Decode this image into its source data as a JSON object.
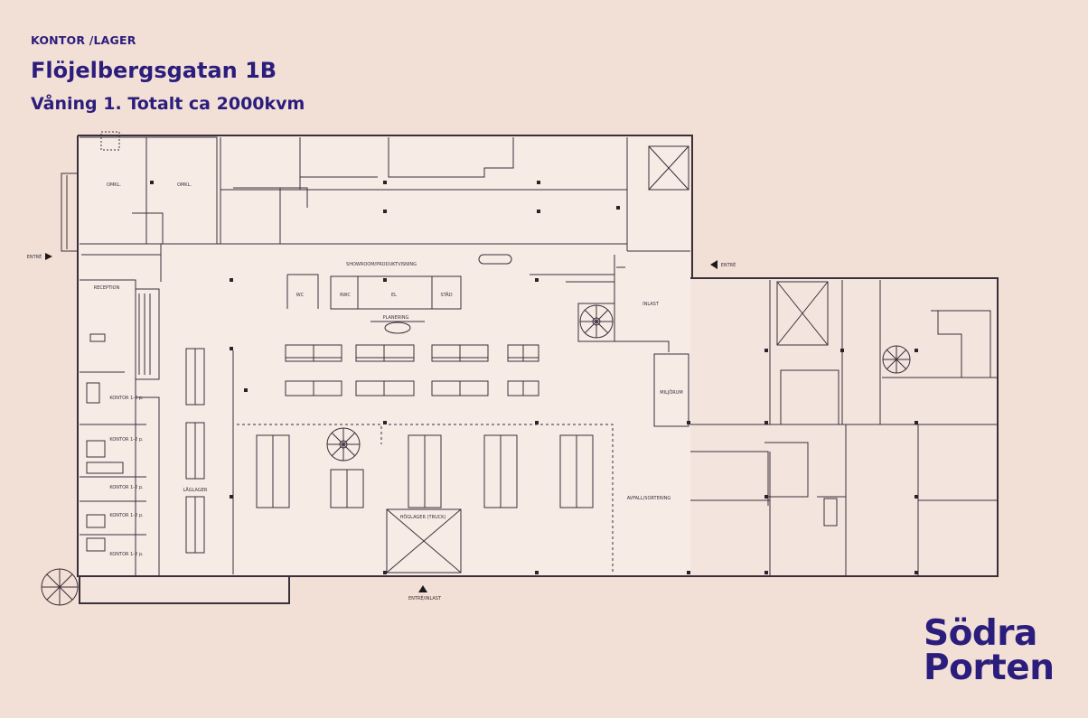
{
  "header": {
    "category": "KONTOR /LAGER",
    "title": "Flöjelbergsgatan 1B",
    "subtitle": "Våning 1. Totalt ca 2000kvm"
  },
  "brand": {
    "line1": "Södra",
    "line2": "Porten"
  },
  "colors": {
    "background": "#f2e0d6",
    "floor": "#f7ebe6",
    "line": "#3a2f3a",
    "brand": "#2b1d7c"
  },
  "plan": {
    "labels": {
      "entre_left": "ENTRÉ",
      "entre_right": "ENTRÉ",
      "entre_inlast": "ENTRÉ/INLAST",
      "omkl_1": "OMKL.",
      "omkl_2": "OMKL.",
      "reception": "RECEPTION",
      "showroom": "SHOWROOM/PRODUKTVISNING",
      "wc": "WC",
      "rwc": "RWC",
      "el": "EL",
      "stad": "STÄD",
      "planering": "PLANERING",
      "inlast": "INLAST",
      "miljorum": "MILJÖRUM",
      "kontor_1": "KONTOR 1-2 p.",
      "kontor_2": "KONTOR 1-2 p.",
      "kontor_3": "KONTOR 1-2 p.",
      "kontor_4": "KONTOR 1-2 p.",
      "kontor_5": "KONTOR 1-2 p.",
      "laglager": "LÅGLAGER",
      "hoglager": "HÖGLAGER (TRUCK)",
      "avfall": "AVFALL/SORTERING"
    }
  }
}
